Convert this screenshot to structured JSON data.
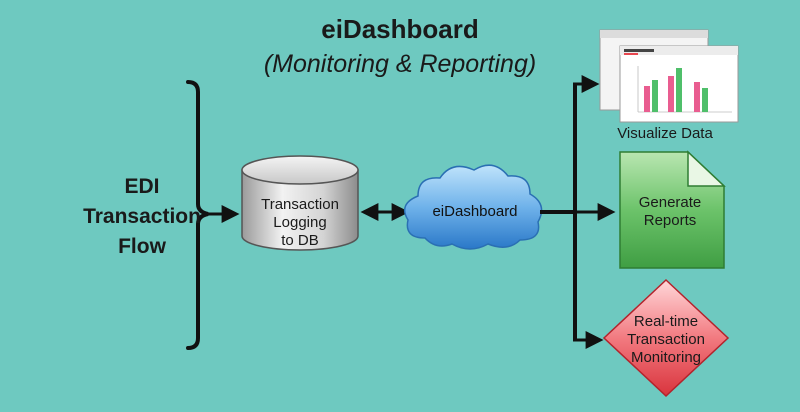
{
  "header": {
    "title_prefix": "ei",
    "title_main": "Dashboard",
    "subtitle": "(Monitoring & Reporting)"
  },
  "left": {
    "flow_lines": [
      "EDI",
      "Transaction",
      "Flow"
    ]
  },
  "database": {
    "lines": [
      "Transaction",
      "Logging",
      "to DB"
    ]
  },
  "cloud": {
    "label": "eiDashboard"
  },
  "outputs": {
    "visualize": "Visualize Data",
    "reports": [
      "Generate",
      "Reports"
    ],
    "monitoring": [
      "Real-time",
      "Transaction",
      "Monitoring"
    ]
  },
  "icons": {
    "database": "database-cylinder-icon",
    "cloud": "cloud-icon",
    "chart": "bar-chart-window-icon",
    "report": "document-icon",
    "monitor": "warning-diamond-icon"
  },
  "colors": {
    "background": "#6ec9c0",
    "cloud_blue": "#3f8fd6",
    "report_green": "#4fae4c",
    "monitor_red": "#e8474f"
  }
}
